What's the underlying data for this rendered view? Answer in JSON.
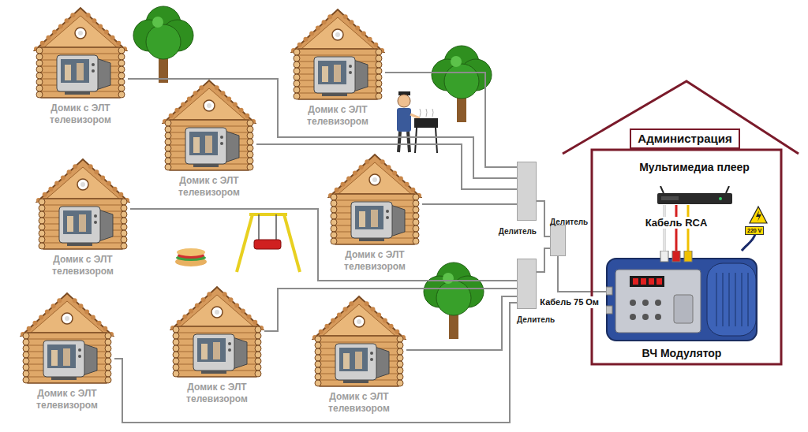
{
  "diagram": {
    "nodes": [
      {
        "text": [
          "Домик с ЭЛТ телевизором"
        ]
      },
      {
        "text": [
          "Домик с ЭЛТ телевизором"
        ]
      },
      {
        "text": [
          "Домик с ЭЛТ телевизором"
        ]
      },
      {
        "text": [
          "Домик с ЭЛТ телевизором"
        ]
      },
      {
        "text": [
          "Домик с ЭЛТ телевизором"
        ]
      },
      {
        "text": [
          "Делитель"
        ]
      },
      {
        "text": [
          "Делитель"
        ]
      },
      {
        "text": [
          "Администрация"
        ]
      },
      {
        "text": [
          "Мультимедиа плеер"
        ],
        "in": 7
      },
      {
        "text": [
          "ВЧ Модулятор"
        ],
        "in": 7
      },
      {
        "text": [
          "Делитель"
        ]
      },
      {
        "text": [
          "Домик с ЭЛТ телевизором"
        ]
      },
      {
        "text": [
          "Домик с ЭЛТ телевизором"
        ]
      },
      {
        "text": [
          "Домик с ЭЛТ телевизором"
        ]
      }
    ],
    "edges": [
      {
        "from": 0,
        "to": 5,
        "arrow": "none"
      },
      {
        "from": 1,
        "to": 5,
        "arrow": "none"
      },
      {
        "from": 2,
        "to": 5,
        "arrow": "none"
      },
      {
        "from": 4,
        "to": 5,
        "arrow": "none"
      },
      {
        "from": 3,
        "to": 10,
        "arrow": "none"
      },
      {
        "from": 11,
        "to": 10,
        "arrow": "none"
      },
      {
        "from": 12,
        "to": 10,
        "arrow": "none"
      },
      {
        "from": 13,
        "to": 10,
        "arrow": "none"
      },
      {
        "from": 5,
        "to": 6,
        "arrow": "none"
      },
      {
        "from": 10,
        "to": 6,
        "arrow": "none"
      },
      {
        "from": 9,
        "to": 6,
        "label": "Кабель 75 Ом",
        "arrow": "none"
      },
      {
        "from": 8,
        "to": 9,
        "label": "Кабель RCA",
        "arrow": "none"
      }
    ],
    "labels": [
      "220 V"
    ]
  }
}
